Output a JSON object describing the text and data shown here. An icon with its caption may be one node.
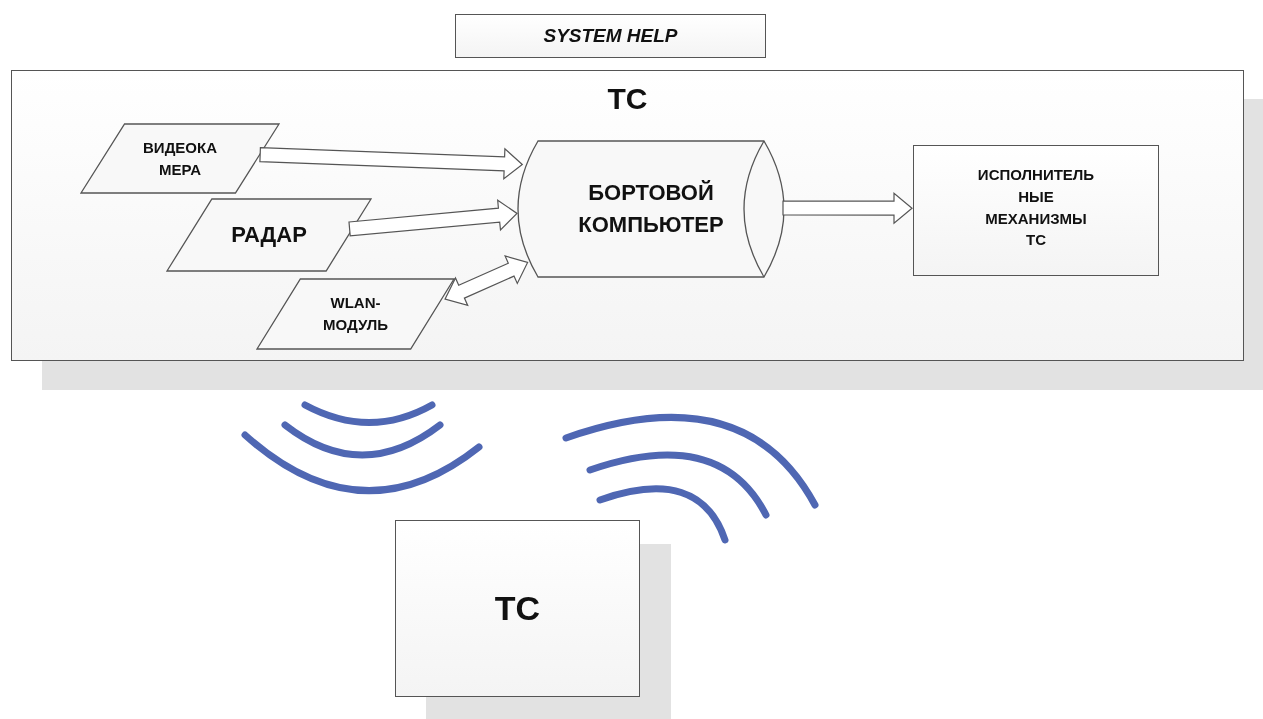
{
  "diagram": {
    "nodes": [
      {
        "text": [
          "SYSTEM HELP"
        ]
      },
      {
        "text": [
          "ТС"
        ]
      },
      {
        "text": [
          "ВИДЕОКА МЕРА"
        ],
        "in": 1
      },
      {
        "text": [
          "РАДАР"
        ],
        "in": 1
      },
      {
        "text": [
          "WLAN- МОДУЛЬ"
        ],
        "in": 1
      },
      {
        "text": [
          "БОРТОВОЙ КОМПЬЮТЕР"
        ],
        "in": 1
      },
      {
        "text": [
          "ИСПОЛНИТЕЛЬ НЫЕ МЕХАНИЗМЫ ТС"
        ],
        "in": 1
      },
      {
        "text": [
          "ТС"
        ]
      }
    ],
    "edges": [
      {
        "from": 2,
        "to": 5,
        "arrow": "to"
      },
      {
        "from": 3,
        "to": 5,
        "arrow": "to"
      },
      {
        "from": 4,
        "to": 5,
        "arrow": "both"
      },
      {
        "from": 5,
        "to": 6,
        "arrow": "to"
      }
    ]
  }
}
